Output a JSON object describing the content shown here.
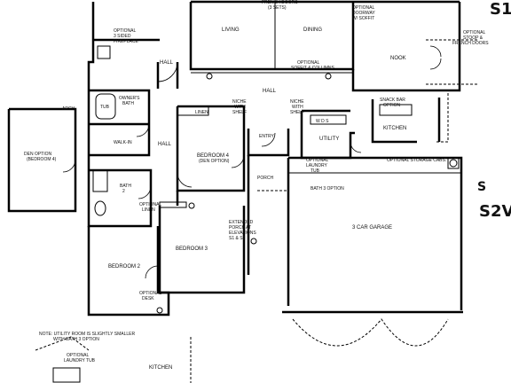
{
  "plan_labels": {
    "french_doors": "FRENCH DOORS",
    "french_doors_sets": "(3 SETS)",
    "optional_doorway_soffit_line1": "OPTIONAL",
    "optional_doorway_soffit_line2": "DOORWAY",
    "optional_doorway_soffit_line3": "W/ SOFFIT",
    "optional_3sided_line1": "OPTIONAL",
    "optional_3sided_line2": "3 SIDED",
    "optional_3sided_line3": "FIREPLACE",
    "living": "LIVING",
    "dining": "DINING",
    "nook": "NOOK",
    "optional_soffit_columns_line1": "OPTIONAL",
    "optional_soffit_columns_line2": "SOFFIT & COLUMNS",
    "optional_stoop_line1": "OPTIONAL",
    "optional_stoop_line2": "STOOP &",
    "optional_stoop_line3": "FRENCH DOORS",
    "tub": "TUB",
    "owners_bath_line1": "OWNER'S",
    "owners_bath_line2": "BATH",
    "walk_in": "WALK-IN",
    "hall_upper": "HALL",
    "hall_center": "HALL",
    "hall_left": "HALL",
    "arch": "ARCH",
    "den_option_line1": "DEN OPTION",
    "den_option_line2": "(BEDROOM 4)",
    "linen": "LINEN",
    "niche_shelf1_line1": "NICHE",
    "niche_shelf1_line2": "WITH",
    "niche_shelf1_line3": "SHELF",
    "niche_shelf2_line1": "NICHE",
    "niche_shelf2_line2": "WITH",
    "niche_shelf2_line3": "SHELF",
    "snack_bar_line1": "SNACK BAR",
    "snack_bar_line2": "OPTION",
    "kitchen": "KITCHEN",
    "kitchen_bottom": "KITCHEN",
    "entry": "ENTRY",
    "utility": "UTILITY",
    "wdsc": "W  D  S",
    "bedroom4_line1": "BEDROOM 4",
    "bedroom4_line2": "(DEN OPTION)",
    "optional_laundry_tub_line1": "OPTIONAL",
    "optional_laundry_tub_line2": "LAUNDRY",
    "optional_laundry_tub_line3": "TUB",
    "optional_storage_cabs": "OPTIONAL STORAGE CABS.",
    "bath2_line1": "BATH",
    "bath2_line2": "2",
    "porch": "PORCH",
    "bath3_option": "BATH 3 OPTION",
    "optional_linen_line1": "OPTIONAL",
    "optional_linen_line2": "LINEN",
    "garage": "3 CAR GARAGE",
    "extended_porch_line1": "EXTENDED",
    "extended_porch_line2": "PORCH AT",
    "extended_porch_line3": "ELEVATIONS",
    "extended_porch_line4": "S1 & S2",
    "bedroom3": "BEDROOM 3",
    "bedroom2": "BEDROOM 2",
    "optional_desk_line1": "OPTIONAL",
    "optional_desk_line2": "DESK",
    "note_line1": "NOTE: UTILITY ROOM IS SLIGHTLY SMALLER",
    "note_line2": "WITH BATH 3 OPTION",
    "optional_laundry_tub_bottom_line1": "OPTIONAL",
    "optional_laundry_tub_bottom_line2": "LAUNDRY TUB",
    "elevation_s1": "S1",
    "elevation_s2v": "S2V",
    "wall_mark_s": "S"
  }
}
